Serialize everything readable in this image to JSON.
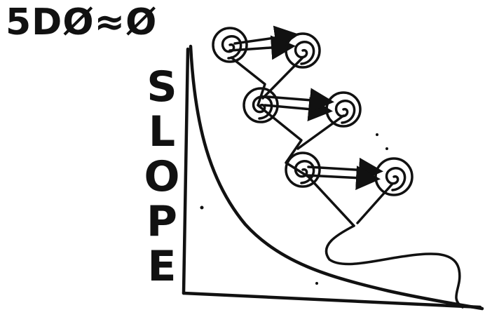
{
  "title": "5DØ≈Ø",
  "vertical_label": [
    "S",
    "L",
    "O",
    "P",
    "E"
  ],
  "colors": {
    "ink": "#111111",
    "background": "#ffffff"
  },
  "icons": [
    "spiral-icon",
    "arrow-icon"
  ]
}
